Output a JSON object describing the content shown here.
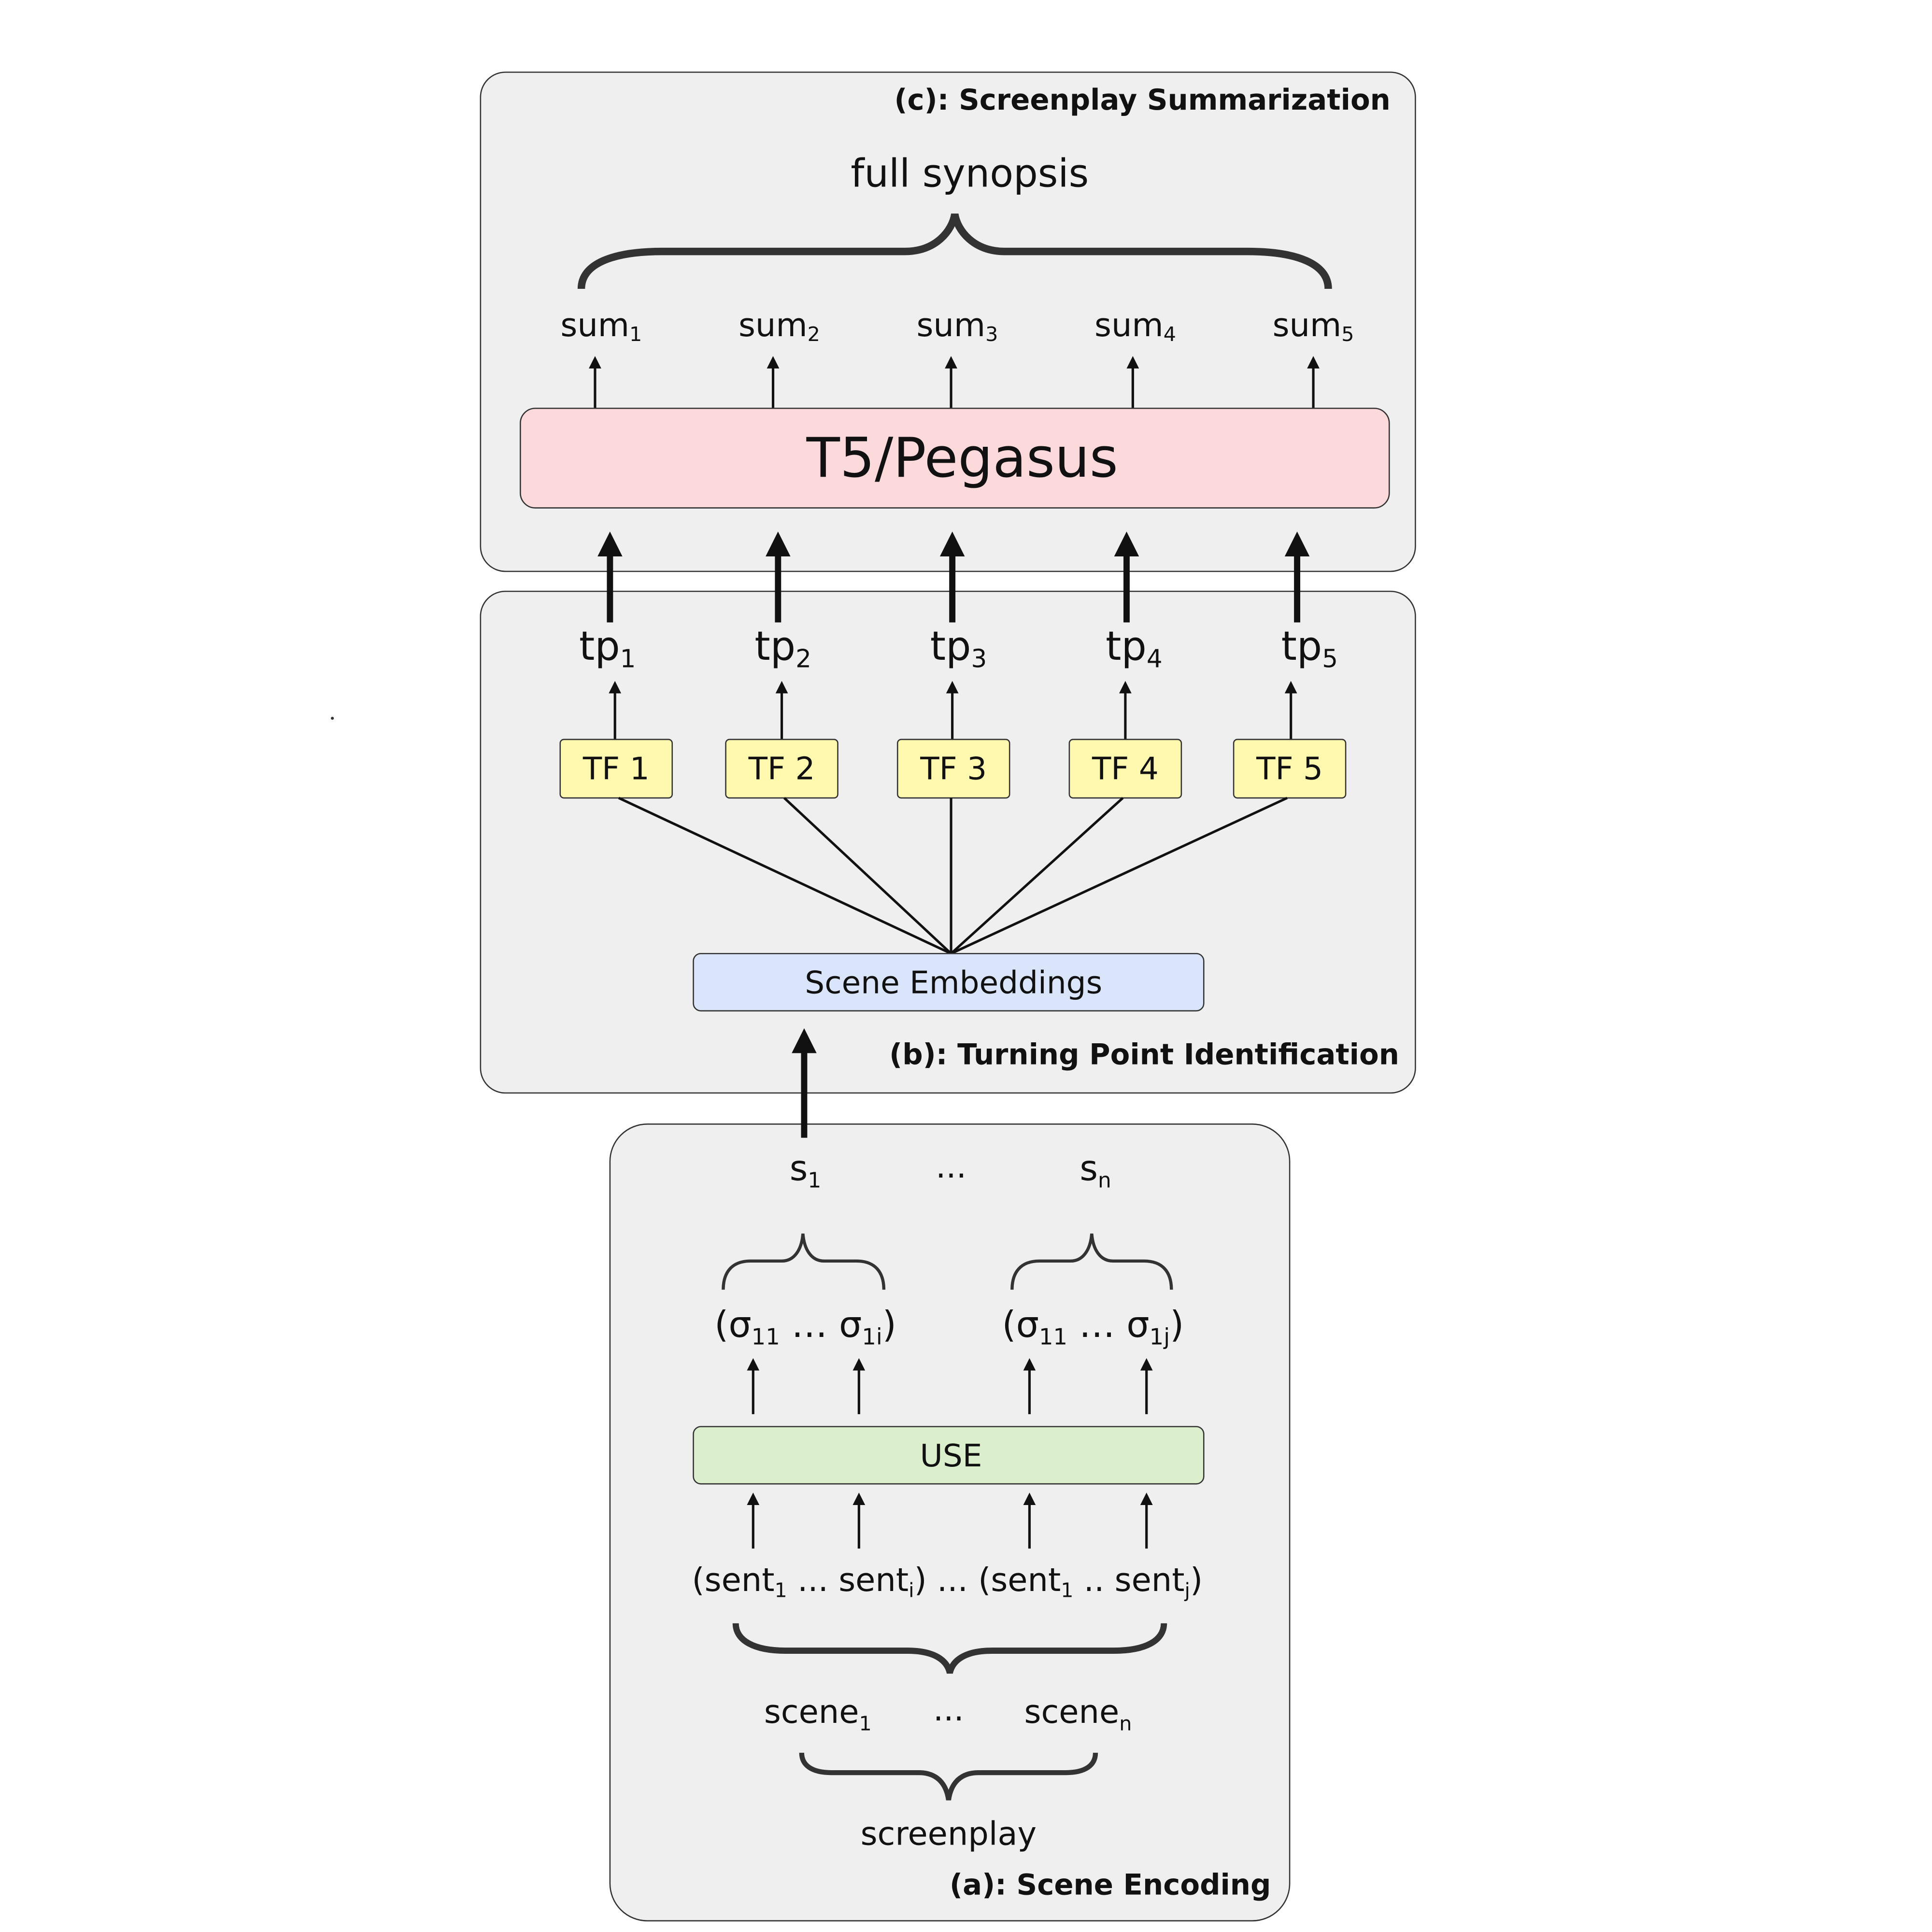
{
  "panels": {
    "c_title": "(c): Screenplay Summarization",
    "b_title": "(b): Turning Point Identification",
    "a_title": "(a): Scene Encoding"
  },
  "summarization": {
    "synopsis_label": "full synopsis",
    "sum_base": "sum",
    "sum_subs": [
      "1",
      "2",
      "3",
      "4",
      "5"
    ],
    "model_label": "T5/Pegasus"
  },
  "turning_points": {
    "tp_base": "tp",
    "tp_subs": [
      "1",
      "2",
      "3",
      "4",
      "5"
    ],
    "tf_labels": [
      "TF 1",
      "TF 2",
      "TF 3",
      "TF 4",
      "TF 5"
    ],
    "embeddings_label": "Scene Embeddings"
  },
  "encoding": {
    "s_first_base": "s",
    "s_first_sub": "1",
    "dots": "...",
    "s_last_base": "s",
    "s_last_sub": "n",
    "sigma_group_1": {
      "open": "(σ",
      "sub1": "11",
      "mid": " …  σ",
      "sub2": "1i",
      "close": ")"
    },
    "sigma_group_2": {
      "open": "(σ",
      "sub1": "11",
      "mid": " …  σ",
      "sub2": "1j",
      "close": ")"
    },
    "use_label": "USE",
    "sent_line": {
      "p1": "(sent",
      "s1": "1",
      "p2": " ... sent",
      "s2": "i",
      "p3": ")  ...  (sent",
      "s3": "1",
      "p4": " .. sent",
      "s4": "j",
      "p5": ")"
    },
    "scene_first_base": "scene",
    "scene_first_sub": "1",
    "scene_dots": "...",
    "scene_last_base": "scene",
    "scene_last_sub": "n",
    "screenplay_label": "screenplay"
  },
  "colors": {
    "panel_fill": "#efefef",
    "panel_stroke": "#333333",
    "model_fill": "#fcd9da",
    "tf_fill": "#fff9b0",
    "embeddings_fill": "#dae5fb",
    "use_fill": "#dcefcc"
  }
}
